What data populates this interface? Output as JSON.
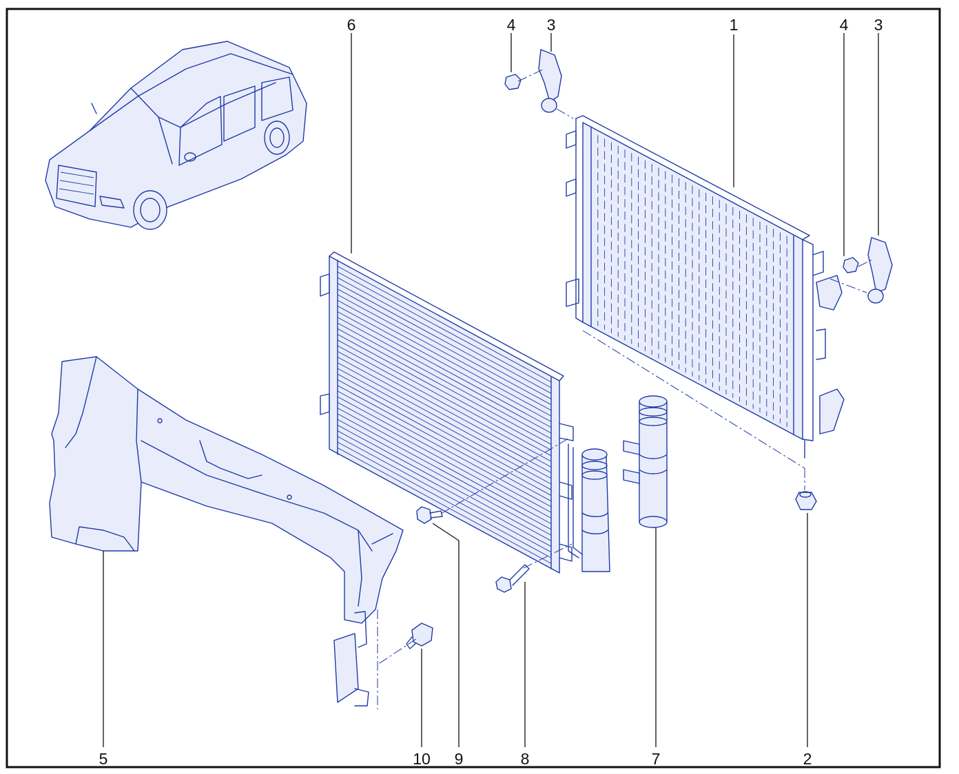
{
  "callouts": {
    "c1": "1",
    "c2": "2",
    "c3a": "3",
    "c3b": "3",
    "c4a": "4",
    "c4b": "4",
    "c5": "5",
    "c6": "6",
    "c7": "7",
    "c8": "8",
    "c9": "9",
    "c10": "10"
  },
  "colors": {
    "line": "#1f3aa8",
    "fill": "#e9edfb",
    "frame": "#111111"
  }
}
